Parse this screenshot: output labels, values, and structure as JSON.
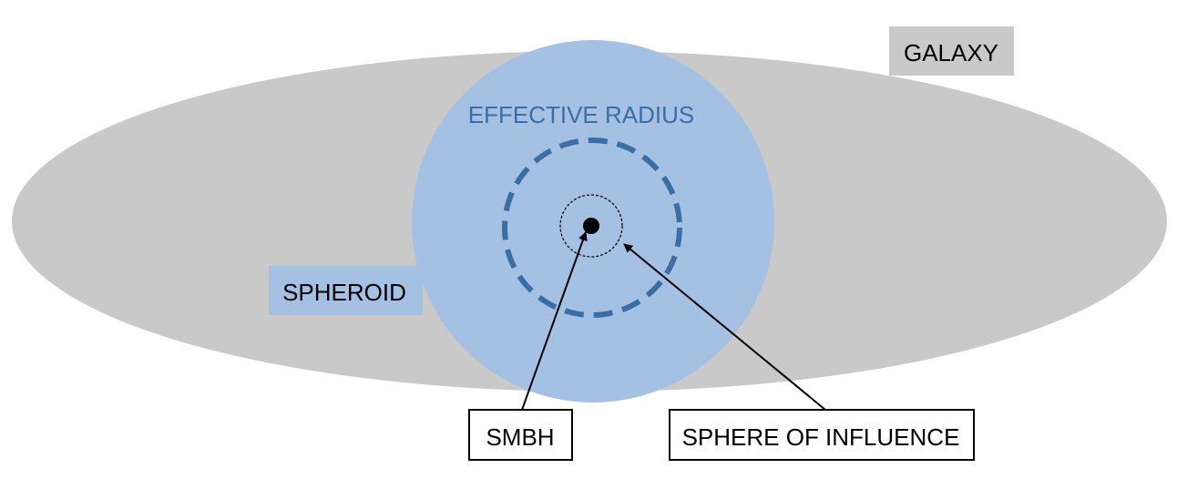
{
  "labels": {
    "galaxy": "GALAXY",
    "spheroid": "SPHEROID",
    "effective_radius": "EFFECTIVE RADIUS",
    "smbh": "SMBH",
    "sphere_of_influence": "SPHERE OF INFLUENCE"
  },
  "colors": {
    "galaxy_fill": "#c9c9c9",
    "spheroid_fill": "#a4c1e3",
    "effective_radius_stroke": "#3a6fa6",
    "effective_radius_text": "#3a6ea5",
    "smbh_fill": "#000000",
    "box_stroke": "#000000"
  }
}
